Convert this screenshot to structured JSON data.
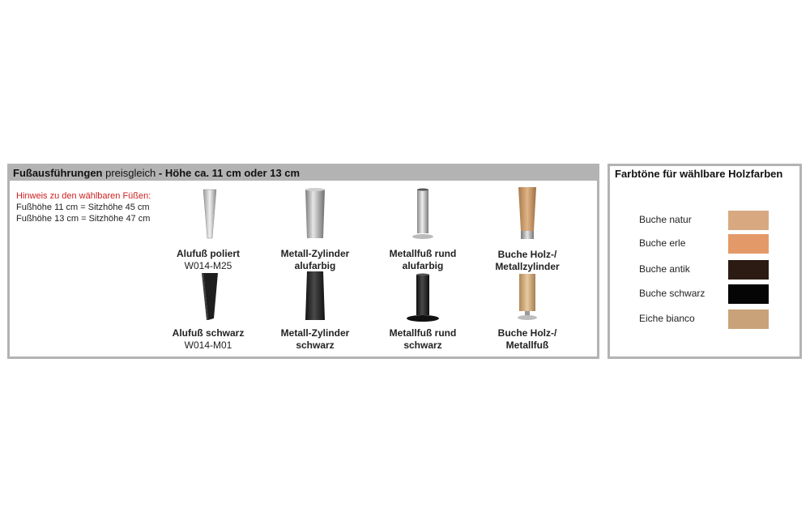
{
  "feet_panel": {
    "title_bold": "Fußausführungen",
    "title_normal": "preisgleich",
    "title_sep": "-",
    "title_height": "Höhe ca. 11 cm oder 13 cm",
    "note_heading": "Hinweis zu den wählbaren Füßen:",
    "note_line1": "Fußhöhe 11 cm = Sitzhöhe 45 cm",
    "note_line2": "Fußhöhe 13 cm = Sitzhöhe 47 cm",
    "legs": [
      {
        "line1": "Alufuß poliert",
        "line2": "W014-M25",
        "icon": "polished-aluminium-leg-icon"
      },
      {
        "line1": "Metall-Zylinder",
        "line2": "alufarbig",
        "icon": "metal-cylinder-silver-icon"
      },
      {
        "line1": "Metallfuß rund",
        "line2": "alufarbig",
        "icon": "round-metal-leg-silver-icon"
      },
      {
        "line1": "Buche Holz-/",
        "line2": "Metallzylinder",
        "icon": "beech-wood-metal-cylinder-icon"
      },
      {
        "line1": "Alufuß schwarz",
        "line2": "W014-M01",
        "icon": "black-aluminium-leg-icon"
      },
      {
        "line1": "Metall-Zylinder",
        "line2": "schwarz",
        "icon": "metal-cylinder-black-icon"
      },
      {
        "line1": "Metallfuß rund",
        "line2": "schwarz",
        "icon": "round-metal-leg-black-icon"
      },
      {
        "line1": "Buche Holz-/",
        "line2": "Metallfuß",
        "icon": "beech-wood-metal-foot-icon"
      }
    ]
  },
  "colors_panel": {
    "title": "Farbtöne für wählbare Holzfarben",
    "swatches": [
      {
        "label": "Buche natur",
        "color": "#d8a981"
      },
      {
        "label": "Buche erle",
        "color": "#e39a68"
      },
      {
        "label": "Buche antik",
        "color": "#2b1b13"
      },
      {
        "label": "Buche schwarz",
        "color": "#050505"
      },
      {
        "label": "Eiche bianco",
        "color": "#c9a27a"
      }
    ]
  }
}
